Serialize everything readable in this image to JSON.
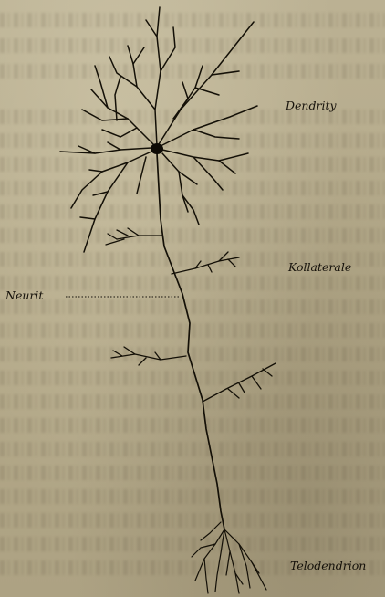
{
  "labels": {
    "dendrity": "Dendrity",
    "kollaterale": "Kollaterale",
    "neurit": "Neurit",
    "telodendrion": "Telodendrion"
  },
  "colors": {
    "paper": "#b6ac8c",
    "ink": "#141007"
  }
}
